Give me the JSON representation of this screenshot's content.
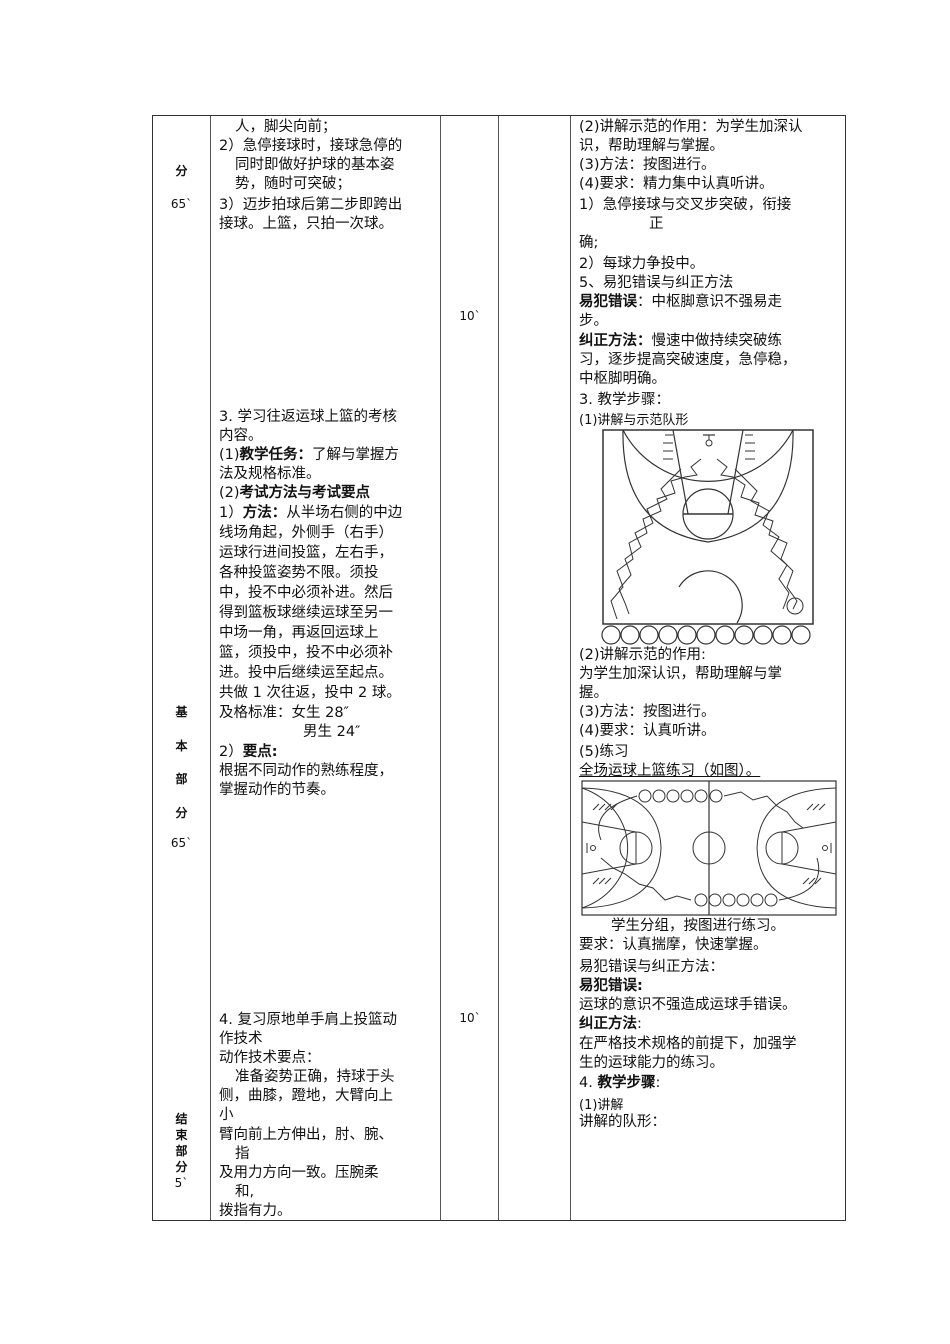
{
  "left_labels": {
    "top": {
      "char": "分",
      "time": "65`"
    },
    "basic": {
      "chars": [
        "基",
        "本",
        "部",
        "分"
      ],
      "time": "65`"
    },
    "end": {
      "chars": [
        "结",
        "束",
        "部",
        "分"
      ],
      "time": "5`"
    }
  },
  "minutes": {
    "m1": "10`",
    "m2": "10`"
  },
  "content": {
    "l1": "人，脚尖向前；",
    "l2": "2）急停接球时，接球急停的",
    "l3": "同时即做好护球的基本姿",
    "l4": "势，随时可突破；",
    "l5": "3）迈步拍球后第二步即跨出",
    "l6": "接球。上篮，只拍一次球。",
    "s3_title1": "3. 学习往返运球上篮的考核",
    "s3_title2": "内容。",
    "task_prefix": "(1)",
    "task_label": "教学任务：",
    "task_text": "了解与掌握方",
    "task_text2": "法及规格标准。",
    "exam_prefix": "(2)",
    "exam_label": "考试方法与考试要点",
    "method_prefix": "1）",
    "method_label": "方法：",
    "method_text": "从半场右侧的中边",
    "m2": "线场角起，外侧手（右手）",
    "m3": "运球行进间投篮，左右手，",
    "m4": "各种投篮姿势不限。须投",
    "m5": "中，投不中必须补进。然后",
    "m6": "得到篮板球继续运球至另一",
    "m7": "中场一角，再返回运球上",
    "m8": "篮，须投中，投不中必须补",
    "m9": "进。投中后继续运至起点。",
    "m10": "共做 1 次往返，投中 2 球。",
    "std1": "及格标准：女生 28″",
    "std2": "男生 24″",
    "key_prefix": "2）",
    "key_label": "要点:",
    "key1": "根据不同动作的熟练程度，",
    "key2": "掌握动作的节奏。",
    "s4_1": "4. 复习原地单手肩上投篮动",
    "s4_2": "作技术",
    "s4_3": "动作技术要点：",
    "s4_4": "准备姿势正确，持球于头",
    "s4_5": "侧，曲膝，蹬地，大臂向上",
    "s4_6": "小",
    "s4_7": "臂向前上方伸出，肘、腕、",
    "s4_8": "指",
    "s4_9": "及用力方向一致。压腕柔",
    "s4_10": "和,",
    "s4_11": "拨指有力。"
  },
  "method": {
    "r1": "(2)讲解示范的作用：为学生加深认",
    "r2": "识，帮助理解与掌握。",
    "r3": "(3)方法：按图进行。",
    "r4": "(4)要求：精力集中认真听讲。",
    "r5": "1）急停接球与交叉步突破，衔接",
    "r6": "正",
    "r7": "确;",
    "r8": "2）每球力争投中。",
    "r9": "5、易犯错误与纠正方法",
    "err_label": "易犯错误",
    "err_text": "：中枢脚意识不强易走",
    "err_text2": "步。",
    "fix_label": "纠正方法：",
    "fix_text": "慢速中做持续突破练",
    "fix_text2": "习，逐步提高突破速度，急停稳，",
    "fix_text3": "中枢脚明确。",
    "step3": "3. 教学步骤：",
    "step3_1": "(1)讲解与示范队形",
    "d2_1": "(2)讲解示范的作用:",
    "d2_2": "为学生加深认识，帮助理解与掌",
    "d2_3": "握。",
    "d3": "(3)方法：按图进行。",
    "d4": "(4)要求：认真听讲。",
    "d5": "(5)练习",
    "d6": "全场运球上篮练习（如图）。",
    "g1": "学生分组，按图进行练习。",
    "g2": "要求：认真揣摩，快速掌握。",
    "g3": "易犯错误与纠正方法：",
    "g4": "易犯错误:",
    "g5": "运球的意识不强造成运球手错误。",
    "g6": "纠正方法",
    "g6b": ":",
    "g7": "在严格技术规格的前提下，加强学",
    "g8": "生的运球能力的练习。",
    "s4_num": "4.",
    "s4_label": "教学步骤",
    "s4_colon": ":",
    "s4a": "(1)讲解",
    "s4b": "讲解的队形："
  },
  "diagrams": {
    "halfcourt": {
      "name": "half-court dribble layup formation",
      "player_circles": 11
    },
    "fullcourt": {
      "name": "full-court dribble layup practice",
      "top_circles": 6,
      "bottom_circles": 6
    }
  }
}
